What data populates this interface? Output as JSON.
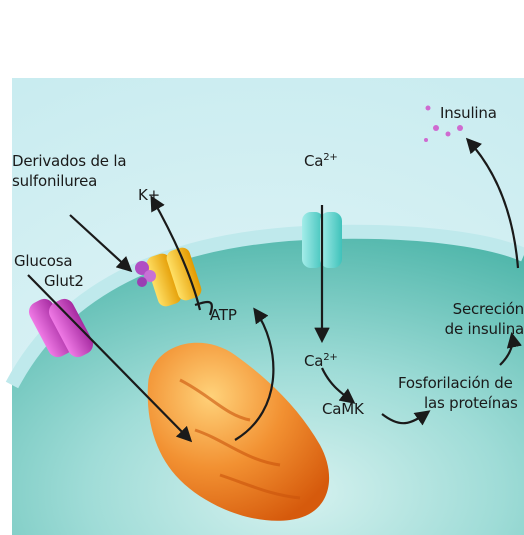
{
  "labels": {
    "insulina": "Insulina",
    "ca_top": "Ca",
    "ca_top_sup": "2+",
    "sulfonil_1": "Derivados de la",
    "sulfonil_2": "sulfonilurea",
    "k_plus": "K+",
    "glucosa": "Glucosa",
    "glut2": "Glut2",
    "atp": "ATP",
    "ca_inner": "Ca",
    "ca_inner_sup": "2+",
    "secrecion_1": "Secreción",
    "secrecion_2": "de insulina",
    "fosfo_1": "Fosforilación de",
    "fosfo_2": "las proteínas",
    "camk": "CaMK"
  },
  "colors": {
    "cell_inner": "#3fb3a3",
    "cell_outer": "#aee3ea",
    "glut2": "#c63fbf",
    "k_channel": "#f0b400",
    "ca_channel": "#6fd6d2",
    "mitochondrion": "#e8761e",
    "insulin_dots": "#cc66cc"
  }
}
